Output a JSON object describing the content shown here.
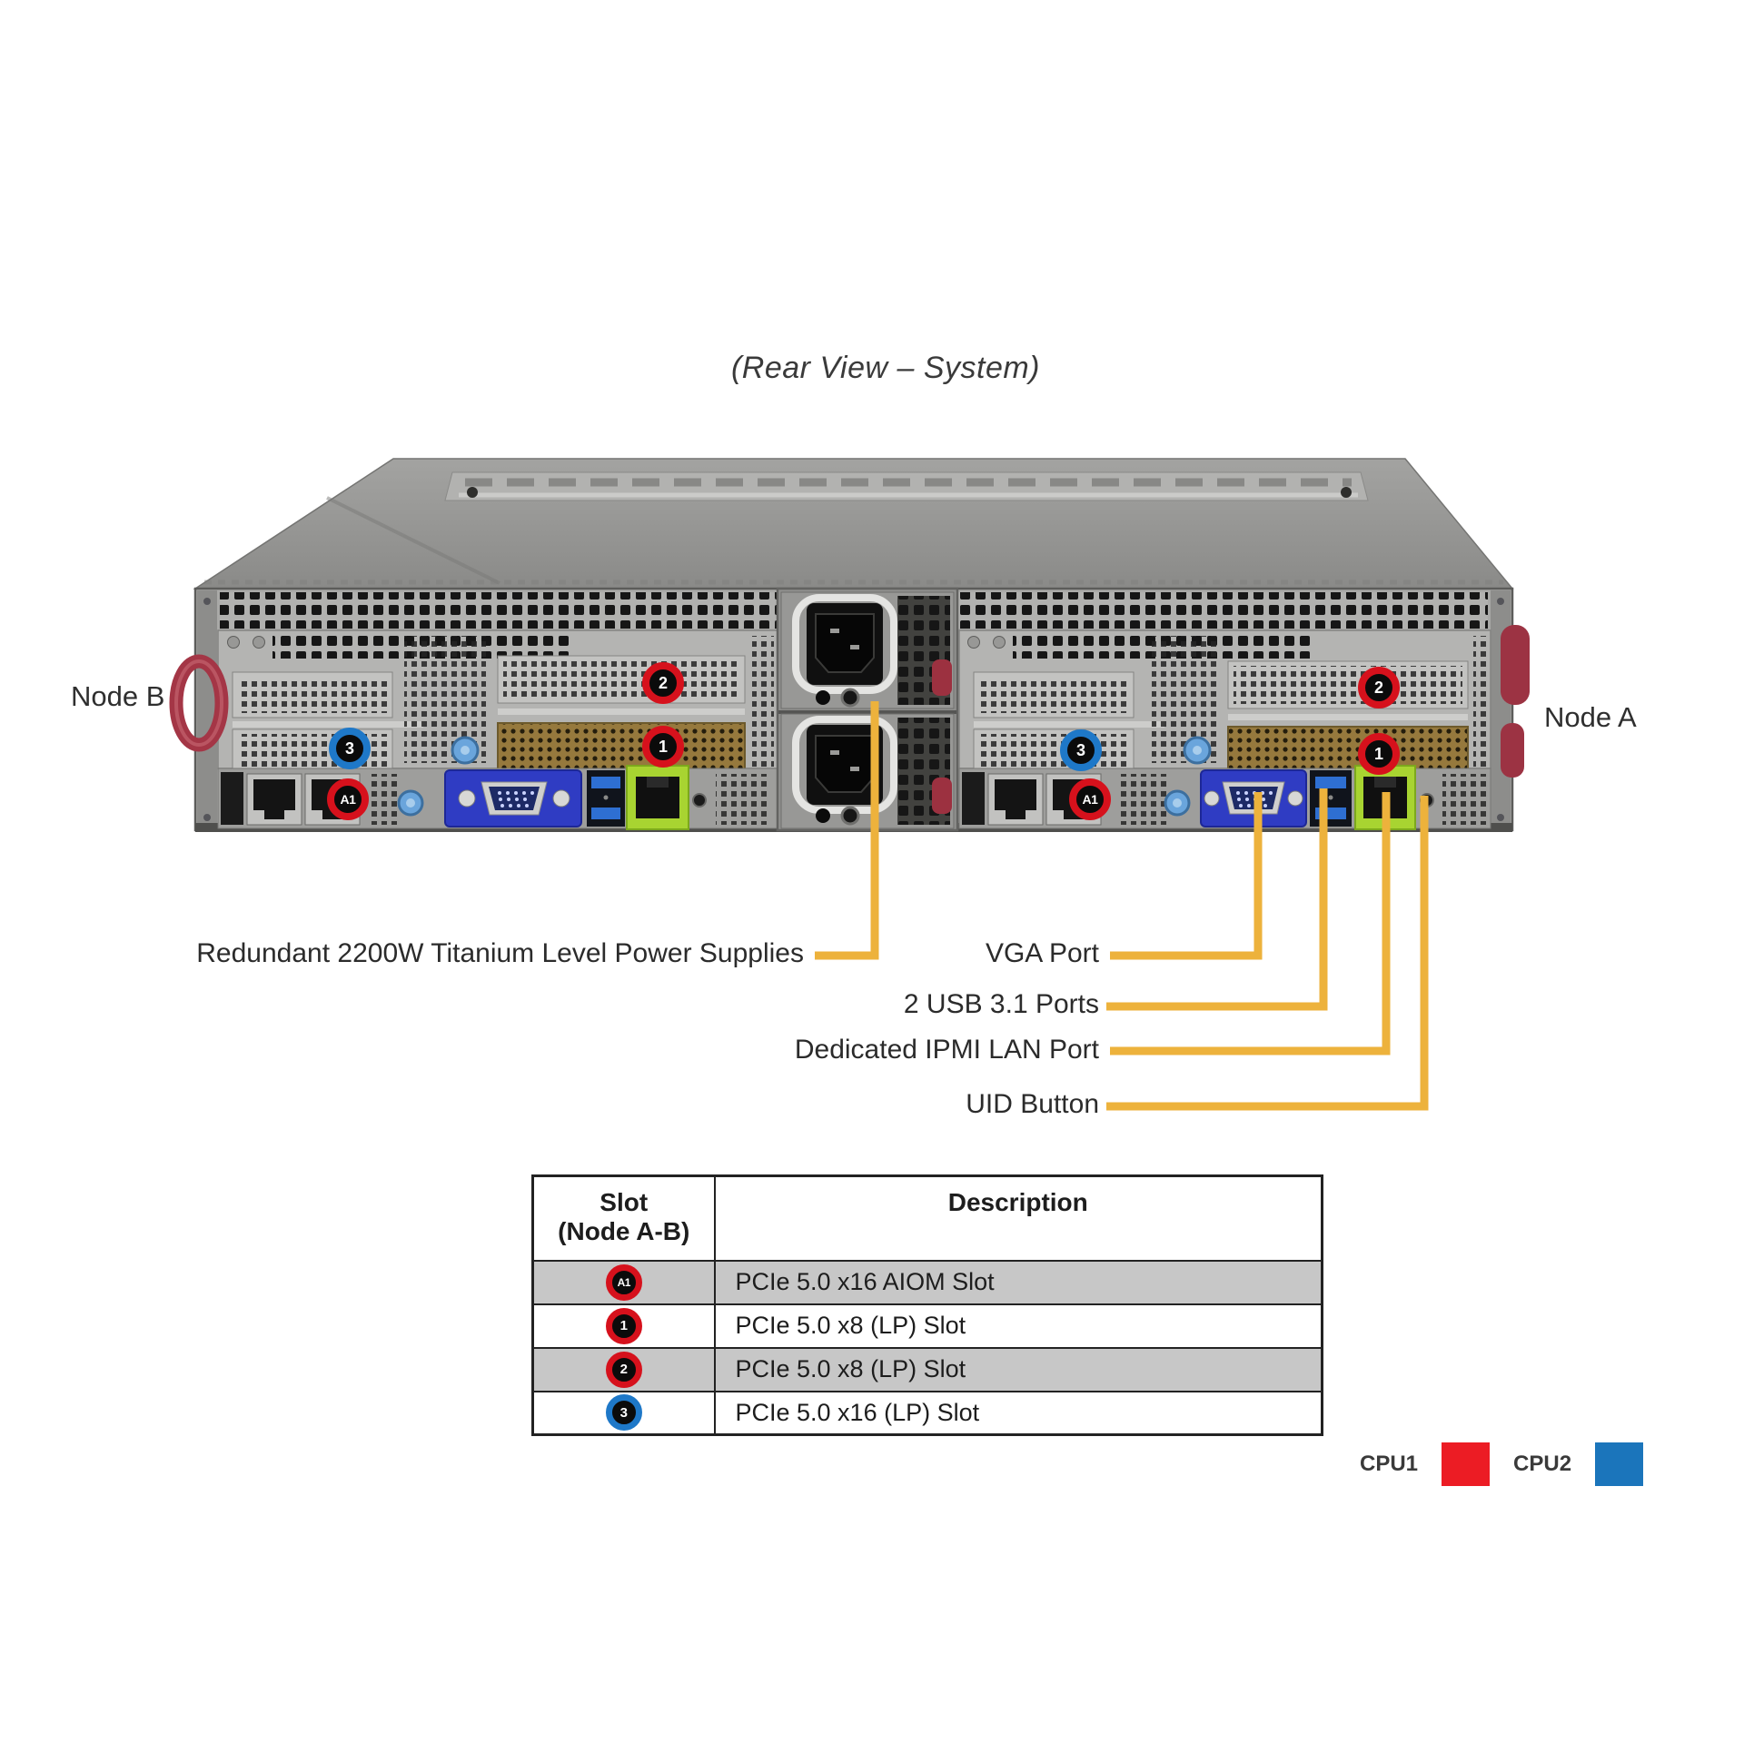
{
  "title": "(Rear View – System)",
  "nodes": {
    "left_label": "Node B",
    "right_label": "Node A"
  },
  "callouts": {
    "power_supplies": "Redundant 2200W Titanium Level Power Supplies",
    "vga": "VGA Port",
    "usb": "2 USB 3.1 Ports",
    "ipmi_lan": "Dedicated IPMI LAN Port",
    "uid": "UID Button"
  },
  "slot_badges": {
    "a1": "A1",
    "slot1": "1",
    "slot2": "2",
    "slot3": "3"
  },
  "table": {
    "header": {
      "slot_line1": "Slot",
      "slot_line2": "(Node A-B)",
      "description": "Description"
    },
    "rows": [
      {
        "slot": "A1",
        "badge_color": "red",
        "description": "PCIe 5.0 x16 AIOM Slot",
        "shaded": true
      },
      {
        "slot": "1",
        "badge_color": "red",
        "description": "PCIe 5.0 x8 (LP) Slot",
        "shaded": false
      },
      {
        "slot": "2",
        "badge_color": "red",
        "description": "PCIe 5.0 x8 (LP) Slot",
        "shaded": true
      },
      {
        "slot": "3",
        "badge_color": "blue",
        "description": "PCIe 5.0 x16 (LP) Slot",
        "shaded": false
      }
    ]
  },
  "legend": {
    "items": [
      {
        "label": "CPU1",
        "color": "#EC1C24"
      },
      {
        "label": "CPU2",
        "color": "#1B75BB"
      }
    ]
  },
  "colors": {
    "callout_line": "#EDB23C",
    "badge_red": "#D6111C",
    "badge_blue": "#1E78C8",
    "table_shaded_row": "#C7C7C7",
    "vga_port": "#2F3CC3",
    "ipmi_lan_port": "#A8D431",
    "usb_port": "#2E6FD2",
    "psu_latch_red": "#9C3140",
    "node_handle_red": "#A43646"
  }
}
